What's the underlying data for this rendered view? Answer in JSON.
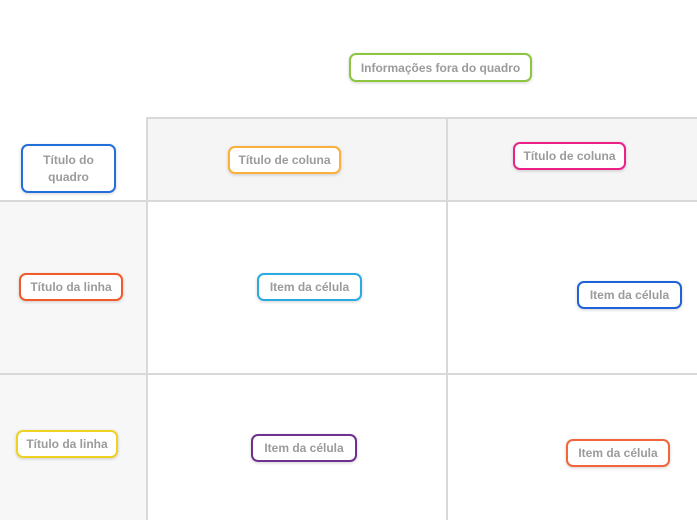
{
  "outside_info": {
    "label": "Informações fora do quadro",
    "border_color": "#8CC63F"
  },
  "board": {
    "title": {
      "label": "Título do quadro",
      "border_color": "#226FDB"
    },
    "column_headers": [
      {
        "label": "Título de coluna",
        "border_color": "#FBB03B"
      },
      {
        "label": "Título de coluna",
        "border_color": "#EC2188"
      }
    ],
    "row_headers": [
      {
        "label": "Título da linha",
        "border_color": "#F15A29"
      },
      {
        "label": "Título da linha",
        "border_color": "#EDD221"
      }
    ],
    "cells": {
      "r1c1": {
        "label": "Item da célula",
        "border_color": "#29ABE2"
      },
      "r1c2": {
        "label": "Item da célula",
        "border_color": "#2063D9"
      },
      "r2c1": {
        "label": "Item da célula",
        "border_color": "#70308F"
      },
      "r2c2": {
        "label": "Item da célula",
        "border_color": "#F3653A"
      }
    }
  },
  "colors": {
    "canvas_bg": "#ffffff",
    "grid_line": "#d9d9d9",
    "column_header_bg": "#f5f5f5",
    "row_header_bg": "#f7f7f7",
    "label_text": "#9b9b9b"
  }
}
